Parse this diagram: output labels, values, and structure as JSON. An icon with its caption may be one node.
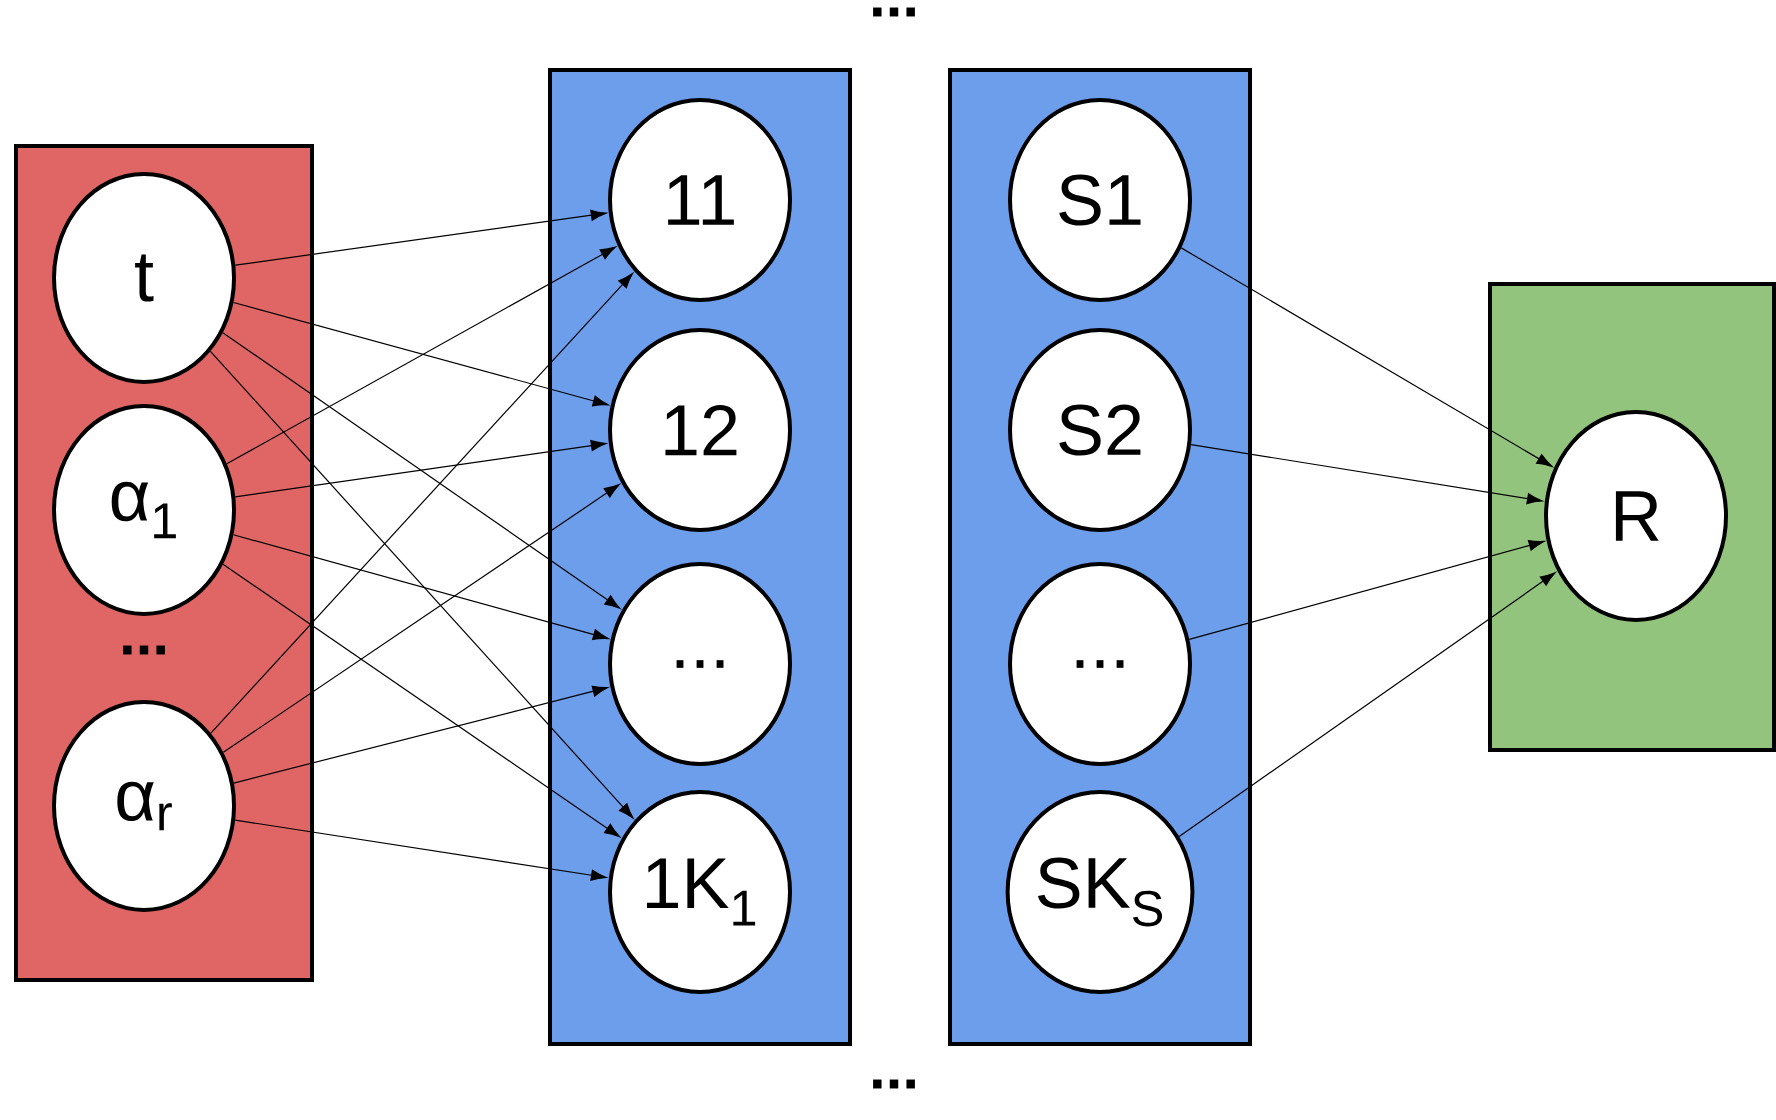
{
  "diagram": {
    "nodes": [
      {
        "text": [],
        "shape": "box"
      },
      {
        "text": [
          "t"
        ],
        "in": 0
      },
      {
        "text": [
          "α$_{1}$"
        ],
        "in": 0
      },
      {
        "text": [
          "α$_{r}$"
        ],
        "in": 0
      },
      {
        "text": [],
        "shape": "box"
      },
      {
        "text": [
          "11"
        ],
        "in": 4
      },
      {
        "text": [
          "12"
        ],
        "in": 4
      },
      {
        "text": [
          "..."
        ],
        "in": 4
      },
      {
        "text": [
          "1K$_{1}$"
        ],
        "in": 4
      },
      {
        "text": [],
        "shape": "box"
      },
      {
        "text": [
          "S1"
        ],
        "in": 9
      },
      {
        "text": [
          "S2"
        ],
        "in": 9
      },
      {
        "text": [
          "..."
        ],
        "in": 9
      },
      {
        "text": [
          "SK$_{S}$"
        ],
        "in": 9
      },
      {
        "text": [],
        "shape": "box"
      },
      {
        "text": [
          "R"
        ],
        "in": 14
      }
    ],
    "edges": [
      {
        "from": 1,
        "to": 5,
        "arrow": "to"
      },
      {
        "from": 1,
        "to": 6,
        "arrow": "to"
      },
      {
        "from": 1,
        "to": 7,
        "arrow": "to"
      },
      {
        "from": 1,
        "to": 8,
        "arrow": "to"
      },
      {
        "from": 2,
        "to": 5,
        "arrow": "to"
      },
      {
        "from": 2,
        "to": 6,
        "arrow": "to"
      },
      {
        "from": 2,
        "to": 7,
        "arrow": "to"
      },
      {
        "from": 2,
        "to": 8,
        "arrow": "to"
      },
      {
        "from": 3,
        "to": 5,
        "arrow": "to"
      },
      {
        "from": 3,
        "to": 6,
        "arrow": "to"
      },
      {
        "from": 3,
        "to": 7,
        "arrow": "to"
      },
      {
        "from": 3,
        "to": 8,
        "arrow": "to"
      },
      {
        "from": 10,
        "to": 15,
        "arrow": "to"
      },
      {
        "from": 11,
        "to": 15,
        "arrow": "to"
      },
      {
        "from": 12,
        "to": 15,
        "arrow": "to"
      },
      {
        "from": 13,
        "to": 15,
        "arrow": "to"
      }
    ],
    "labels": [
      "...",
      "...",
      "..."
    ]
  }
}
